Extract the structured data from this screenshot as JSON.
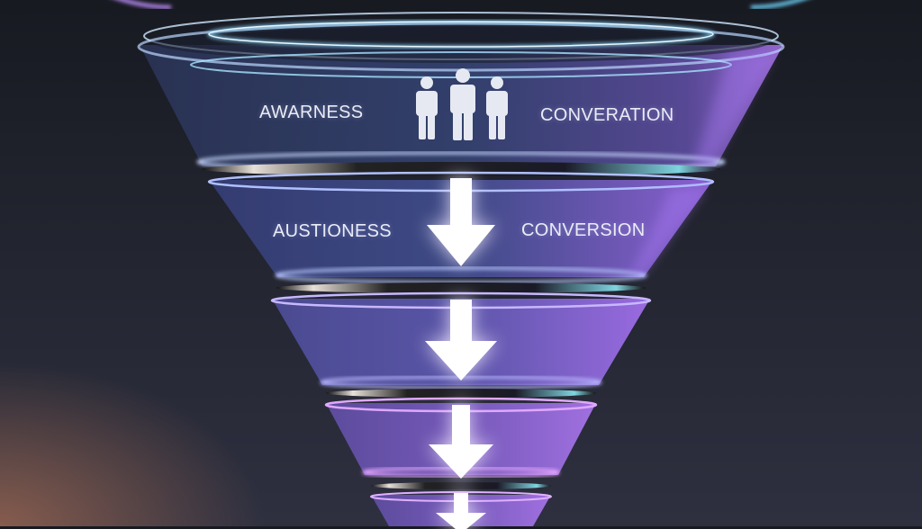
{
  "diagram": {
    "type": "funnel",
    "stages": [
      {
        "index": 1,
        "left_label": "AWARNESS",
        "right_label": "CONVERATION",
        "icon": "people-group-icon"
      },
      {
        "index": 2,
        "left_label": "AUSTIONESS",
        "right_label": "CONVERSION",
        "icon": "down-arrow-icon"
      },
      {
        "index": 3,
        "icon": "down-arrow-icon"
      },
      {
        "index": 4,
        "icon": "down-arrow-icon"
      },
      {
        "index": 5,
        "icon": "down-arrow-icon"
      }
    ]
  },
  "colors": {
    "background_top": "#181a22",
    "background_bottom": "#2e3040",
    "funnel_glass_blue": "#3a4a7a",
    "funnel_glass_purple": "#7a5ac0",
    "rim_cyan": "#8fd8ff",
    "rim_pink": "#e0a0ff",
    "text": "#e9ecf5",
    "accent_warm": "#966450"
  }
}
